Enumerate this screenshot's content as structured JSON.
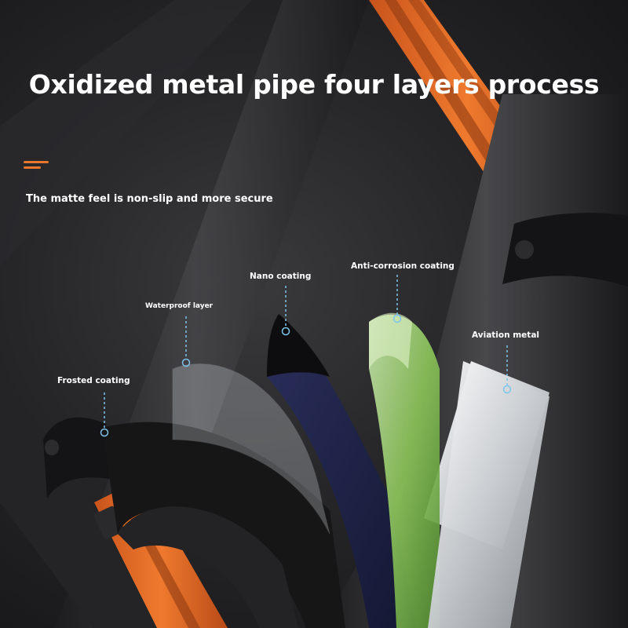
{
  "title": "Oxidized metal pipe four layers process",
  "subtitle": "The matte feel is non-slip and more secure",
  "accent_color": "#e8762c",
  "layers": [
    {
      "label": "Frosted coating",
      "color": "#1a1a1a"
    },
    {
      "label": "Waterproof layer",
      "color": "#d8dde2"
    },
    {
      "label": "Nano coating",
      "color": "#1e2246"
    },
    {
      "label": "Anti-corrosion coating",
      "color": "#8dc65a"
    },
    {
      "label": "Aviation metal",
      "color": "#dfe3e6"
    }
  ]
}
